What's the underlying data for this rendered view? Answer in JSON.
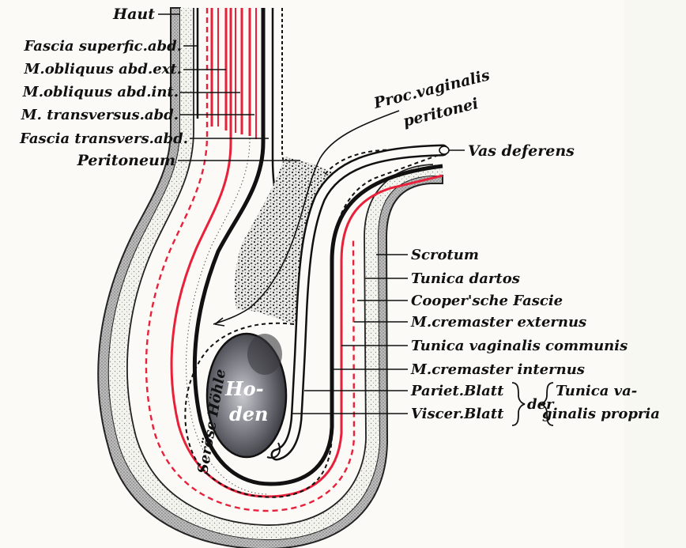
{
  "labels": {
    "haut": "Haut",
    "fascia_superfic": "Fascia superfic.abd.",
    "obliquus_ext": "M.obliquus abd.ext.",
    "obliquus_int": "M.obliquus abd.int.",
    "transversus": "M. transversus.abd.",
    "fascia_transvers": "Fascia transvers.abd.",
    "peritoneum": "Peritoneum",
    "proc_vaginalis_1": "Proc.vaginalis",
    "proc_vaginalis_2": "peritonei",
    "vas_deferens": "Vas deferens",
    "scrotum": "Scrotum",
    "tunica_dartos": "Tunica dartos",
    "cooper_fascie": "Cooper'sche Fascie",
    "cremaster_ext": "M.cremaster externus",
    "tunica_vag_comm": "Tunica vaginalis communis",
    "cremaster_int": "M.cremaster internus",
    "pariet_blatt": "Pariet.Blatt",
    "viscer_blatt": "Viscer.Blatt",
    "der": "der",
    "tunica_vag_propria_1": "Tunica va-",
    "tunica_vag_propria_2": "ginalis propria",
    "hoden_1": "Ho-",
    "hoden_2": "den",
    "seroese_hoehle": "Seröse Höhle"
  },
  "colors": {
    "paper": "#fbfaf6",
    "muscle_red": "#e8203a",
    "ink": "#111111",
    "stipple": "#cfcfcf",
    "testis": "#6a6a72"
  }
}
